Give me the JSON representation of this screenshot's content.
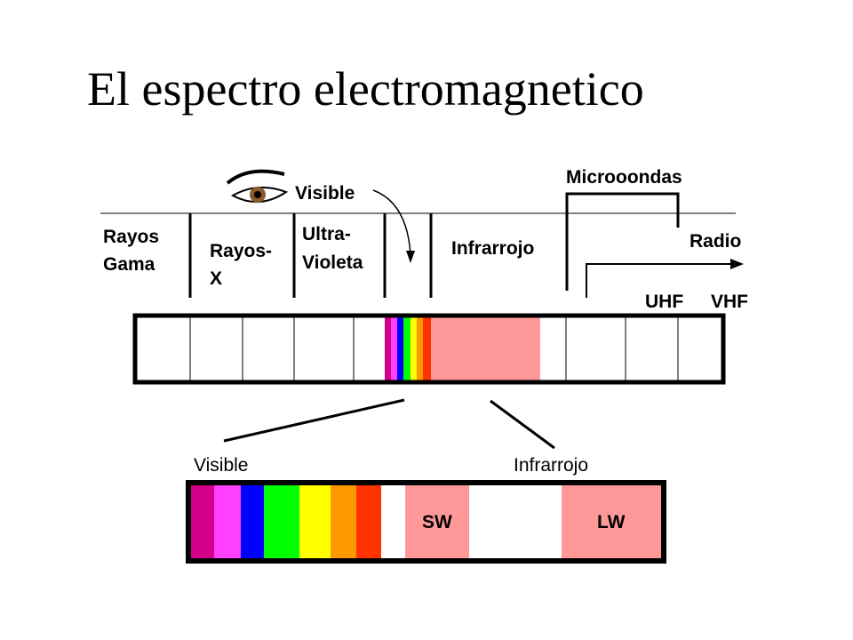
{
  "title": "El espectro electromagnetico",
  "bands": {
    "gamma": [
      "Rayos",
      "Gama"
    ],
    "xray": [
      "Rayos-",
      "X"
    ],
    "uv": [
      "Ultra-",
      "Violeta"
    ],
    "visible": "Visible",
    "infrared": "Infrarrojo",
    "microwave": "Microoondas",
    "radio": "Radio",
    "uhf": "UHF",
    "vhf": "VHF"
  },
  "zoom": {
    "visible": "Visible",
    "infrared": "Infrarrojo",
    "sw": "SW",
    "lw": "LW"
  },
  "colors": {
    "spectrum": [
      "#d4008a",
      "#ff40ff",
      "#0000ff",
      "#00ff00",
      "#ffff00",
      "#ff9900",
      "#ff3300"
    ],
    "infrared_fill": "#ff9999",
    "eye_iris": "#8a5a2b"
  }
}
